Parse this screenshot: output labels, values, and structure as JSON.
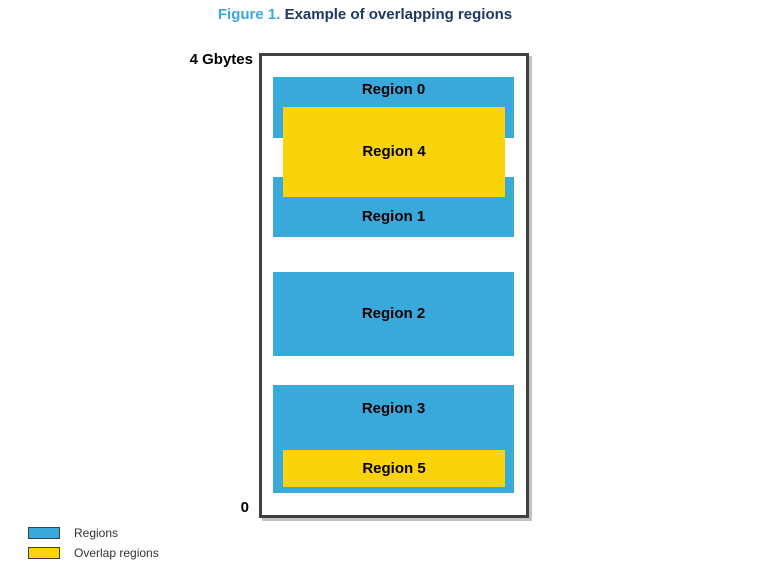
{
  "figure": {
    "label": "Figure 1.",
    "title": "Example of overlapping regions"
  },
  "axis": {
    "top_label": "4 Gbytes",
    "bottom_label": "0"
  },
  "regions": [
    {
      "label": "Region 0",
      "type": "region"
    },
    {
      "label": "Region 1",
      "type": "region"
    },
    {
      "label": "Region 2",
      "type": "region"
    },
    {
      "label": "Region 3",
      "type": "region"
    },
    {
      "label": "Region 4",
      "type": "overlap-region"
    },
    {
      "label": "Region 5",
      "type": "overlap-region"
    }
  ],
  "legend": [
    {
      "label": "Regions",
      "color": "#39a9dc"
    },
    {
      "label": "Overlap regions",
      "color": "#fbd30b"
    }
  ],
  "colors": {
    "region_fill": "#39a9dc",
    "overlap_fill": "#fbd30b",
    "box_border": "#404040",
    "title_accent": "#3da6dc",
    "title_text": "#1f3864"
  }
}
